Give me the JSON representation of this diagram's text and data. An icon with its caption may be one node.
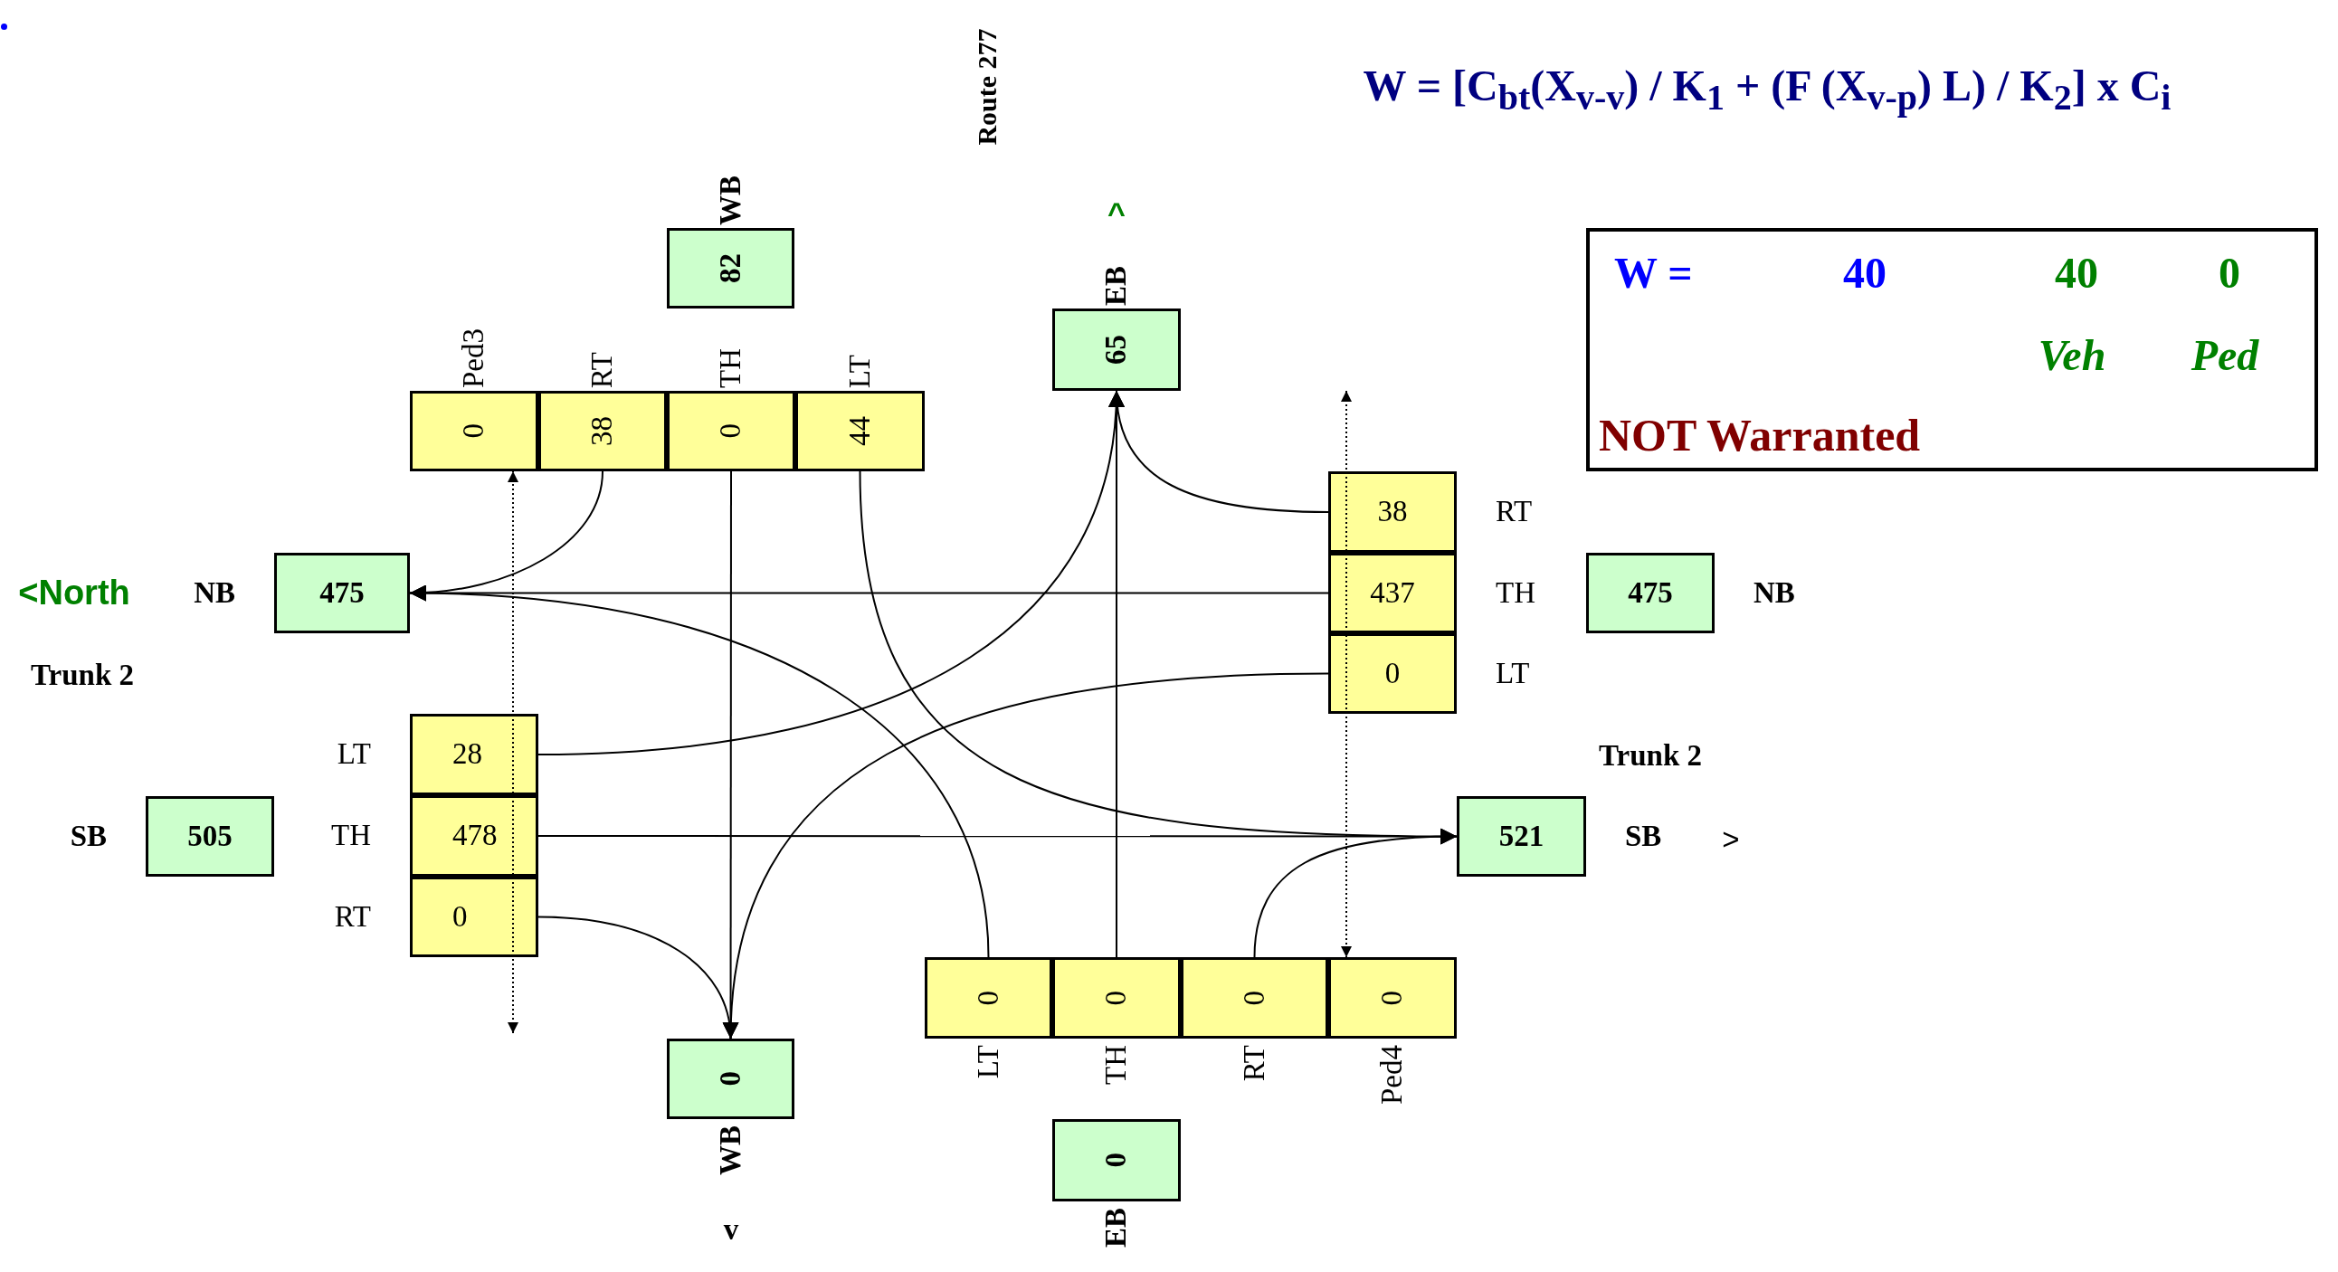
{
  "diagram": {
    "nodes": [
      {
        "text": [
          "82"
        ],
        "beside": [
          "WB"
        ]
      },
      {
        "text": [
          "65"
        ],
        "beside": [
          "EB"
        ]
      },
      {
        "text": [
          "0"
        ],
        "beside": [
          "Ped3"
        ]
      },
      {
        "text": [
          "38"
        ],
        "beside": [
          "RT"
        ]
      },
      {
        "text": [
          "0"
        ],
        "beside": [
          "TH"
        ]
      },
      {
        "text": [
          "44"
        ],
        "beside": [
          "LT"
        ]
      },
      {
        "text": [
          "W =",
          "40",
          "40",
          "0",
          "Veh",
          "Ped",
          "NOT Warranted"
        ]
      },
      {
        "text": [
          "475"
        ],
        "beside": [
          "NB"
        ]
      },
      {
        "text": [
          "38"
        ],
        "beside": [
          "RT"
        ]
      },
      {
        "text": [
          "437"
        ],
        "beside": [
          "TH"
        ]
      },
      {
        "text": [
          "0"
        ],
        "beside": [
          "LT"
        ]
      },
      {
        "text": [
          "475"
        ],
        "beside": [
          "NB"
        ]
      },
      {
        "text": [
          "28"
        ],
        "beside": [
          "LT"
        ]
      },
      {
        "text": [
          "478"
        ],
        "beside": [
          "TH"
        ]
      },
      {
        "text": [
          "0"
        ],
        "beside": [
          "RT"
        ]
      },
      {
        "text": [
          "505"
        ],
        "beside": [
          "SB"
        ]
      },
      {
        "text": [
          "521"
        ],
        "beside": [
          "SB"
        ]
      },
      {
        "text": [
          "0"
        ],
        "beside": [
          "LT"
        ]
      },
      {
        "text": [
          "0"
        ],
        "beside": [
          "TH"
        ]
      },
      {
        "text": [
          "0"
        ],
        "beside": [
          "RT"
        ]
      },
      {
        "text": [
          "0"
        ],
        "beside": [
          "Ped4"
        ]
      },
      {
        "text": [
          "0"
        ],
        "beside": [
          "WB"
        ]
      },
      {
        "text": [
          "0"
        ],
        "beside": [
          "EB"
        ]
      }
    ],
    "edges": [
      {
        "from": 3,
        "to": 7,
        "arrow": "to"
      },
      {
        "from": 4,
        "to": 21,
        "arrow": "to"
      },
      {
        "from": 5,
        "to": 16,
        "arrow": "to"
      },
      {
        "from": 8,
        "to": 1,
        "arrow": "to"
      },
      {
        "from": 9,
        "to": 7,
        "arrow": "to"
      },
      {
        "from": 10,
        "to": 21,
        "arrow": "to"
      },
      {
        "from": 12,
        "to": 1,
        "arrow": "to"
      },
      {
        "from": 13,
        "to": 16,
        "arrow": "to"
      },
      {
        "from": 14,
        "to": 21,
        "arrow": "to"
      },
      {
        "from": 17,
        "to": 7,
        "arrow": "to"
      },
      {
        "from": 18,
        "to": 1,
        "arrow": "to"
      },
      {
        "from": 19,
        "to": 16,
        "arrow": "to"
      },
      {
        "from": null,
        "to": 2,
        "arrow": "both",
        "style": "dashed"
      },
      {
        "from": null,
        "to": 20,
        "arrow": "both",
        "style": "dashed"
      }
    ],
    "labels": [
      "Route 277",
      "W = [C$_{bt}$(X$_{v-v}$) / K$_{1}$ + (F (X$_{v-p}$) L) / K$_{2}$] x C$_{i}$",
      "^",
      "<North",
      "Trunk 2",
      "Trunk 2",
      ">",
      "v"
    ]
  }
}
